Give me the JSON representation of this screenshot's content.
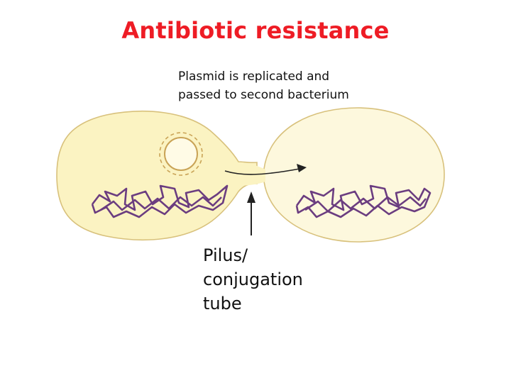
{
  "slide": {
    "title": "Antibiotic resistance",
    "caption_lines": [
      "Plasmid is replicated and",
      "passed to second bacterium"
    ],
    "pilus_label_lines": [
      "Pilus/",
      "conjugation",
      "tube"
    ]
  },
  "colors": {
    "title": "#ee1c25",
    "cell_fill": "#fbf3c2",
    "cell_fill_faded": "#fdf8dd",
    "cell_outline": "#d8c17c",
    "dna": "#6b3d80",
    "plasmid": "#c9a356",
    "arrow": "#222222"
  }
}
